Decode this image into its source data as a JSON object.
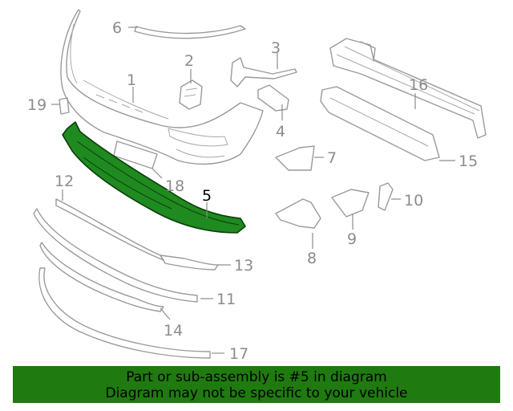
{
  "diagram": {
    "highlighted_part": "5",
    "callouts": [
      "1",
      "2",
      "3",
      "4",
      "5",
      "6",
      "7",
      "8",
      "9",
      "10",
      "11",
      "12",
      "13",
      "14",
      "15",
      "16",
      "17",
      "18",
      "19"
    ]
  },
  "banner": {
    "line1": "Part or sub-assembly is #5 in diagram",
    "line2": "Diagram may not be specific to your vehicle"
  },
  "colors": {
    "highlight": "#1f8a1f",
    "banner": "#1f7a0f",
    "linework": "#9a9a9a"
  }
}
